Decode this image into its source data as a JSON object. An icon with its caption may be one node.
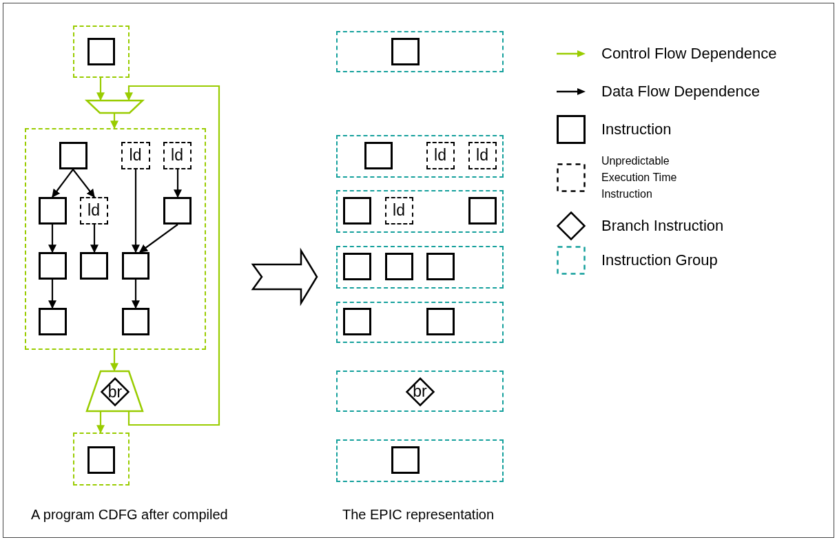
{
  "diagram": {
    "nodes": [
      {
        "text": [],
        "shape": "box"
      },
      {
        "text": [],
        "shape": "box",
        "in": 0
      },
      {
        "text": [],
        "shape": "trapezoid"
      },
      {
        "text": [],
        "shape": "box"
      },
      {
        "text": [],
        "shape": "box",
        "in": 3
      },
      {
        "text": [
          "ld"
        ],
        "in": 3
      },
      {
        "text": [
          "ld"
        ],
        "in": 3
      },
      {
        "text": [],
        "shape": "box",
        "in": 3
      },
      {
        "text": [
          "ld"
        ],
        "in": 3
      },
      {
        "text": [],
        "shape": "box",
        "in": 3
      },
      {
        "text": [],
        "shape": "box",
        "in": 3
      },
      {
        "text": [],
        "shape": "box",
        "in": 3
      },
      {
        "text": [],
        "shape": "box",
        "in": 3
      },
      {
        "text": [],
        "shape": "box",
        "in": 3
      },
      {
        "text": [],
        "shape": "box",
        "in": 3
      },
      {
        "text": [],
        "shape": "trapezoid"
      },
      {
        "text": [
          "br"
        ],
        "in": 15
      },
      {
        "text": [],
        "shape": "box"
      },
      {
        "text": [],
        "shape": "box",
        "in": 17
      },
      {
        "text": [],
        "shape": "box"
      },
      {
        "text": [],
        "shape": "box",
        "in": 19
      },
      {
        "text": [],
        "shape": "box"
      },
      {
        "text": [],
        "shape": "box",
        "in": 21
      },
      {
        "text": [
          "ld"
        ],
        "in": 21
      },
      {
        "text": [
          "ld"
        ],
        "in": 21
      },
      {
        "text": [],
        "shape": "box"
      },
      {
        "text": [],
        "shape": "box",
        "in": 25
      },
      {
        "text": [
          "ld"
        ],
        "in": 25
      },
      {
        "text": [],
        "shape": "box",
        "in": 25
      },
      {
        "text": [],
        "shape": "box"
      },
      {
        "text": [],
        "shape": "box",
        "in": 29
      },
      {
        "text": [],
        "shape": "box",
        "in": 29
      },
      {
        "text": [],
        "shape": "box",
        "in": 29
      },
      {
        "text": [],
        "shape": "box"
      },
      {
        "text": [],
        "shape": "box",
        "in": 33
      },
      {
        "text": [],
        "shape": "box",
        "in": 33
      },
      {
        "text": [],
        "shape": "box"
      },
      {
        "text": [
          "br"
        ],
        "in": 36
      },
      {
        "text": [],
        "shape": "box"
      },
      {
        "text": [],
        "shape": "box",
        "in": 38
      }
    ],
    "edges": [
      {
        "from": 0,
        "to": 2,
        "arrow": "to",
        "color": "#99cc00"
      },
      {
        "from": 15,
        "to": 2,
        "arrow": "to",
        "color": "#99cc00"
      },
      {
        "from": 2,
        "to": 3,
        "arrow": "to",
        "color": "#99cc00"
      },
      {
        "from": 3,
        "to": 15,
        "arrow": "to",
        "color": "#99cc00"
      },
      {
        "from": 15,
        "to": 17,
        "arrow": "to",
        "color": "#99cc00"
      },
      {
        "from": 4,
        "to": 7,
        "arrow": "to"
      },
      {
        "from": 4,
        "to": 8,
        "arrow": "to"
      },
      {
        "from": 5,
        "to": 12,
        "arrow": "to"
      },
      {
        "from": 6,
        "to": 9,
        "arrow": "to"
      },
      {
        "from": 9,
        "to": 12,
        "arrow": "to"
      },
      {
        "from": 7,
        "to": 10,
        "arrow": "to"
      },
      {
        "from": 8,
        "to": 11,
        "arrow": "to"
      },
      {
        "from": 10,
        "to": 13,
        "arrow": "to"
      },
      {
        "from": 12,
        "to": 14,
        "arrow": "to"
      }
    ],
    "labels": [
      "A program CDFG after compiled",
      "The EPIC representation"
    ],
    "legend": [
      {
        "text": "Control Flow Dependence"
      },
      {
        "text": "Data Flow Dependence"
      },
      {
        "text": "Instruction"
      },
      {
        "text": "Unpredictable Execution Time Instruction"
      },
      {
        "text": "Branch Instruction"
      },
      {
        "text": "Instruction Group"
      }
    ]
  }
}
